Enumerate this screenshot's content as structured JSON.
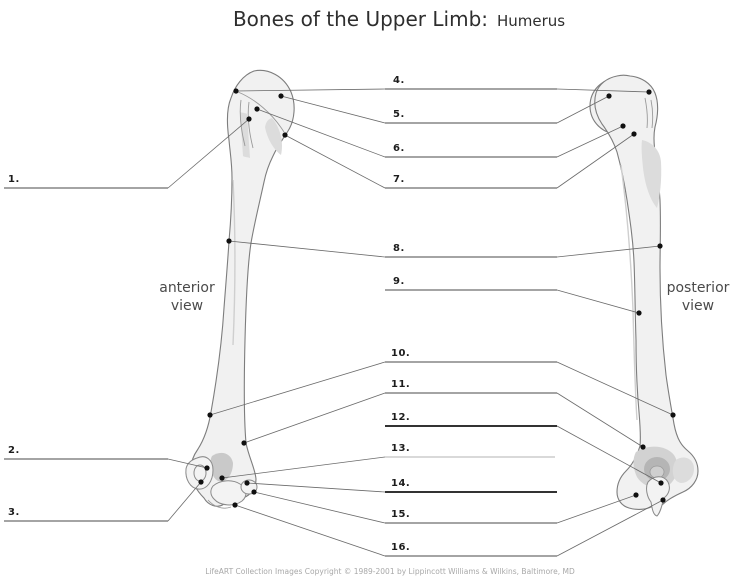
{
  "title": {
    "main": "Bones of the Upper Limb:",
    "sub": "Humerus"
  },
  "views": {
    "anterior": [
      "anterior",
      "view"
    ],
    "posterior": [
      "posterior",
      "view"
    ]
  },
  "callouts": [
    "1.",
    "2.",
    "3.",
    "4.",
    "5.",
    "6.",
    "7.",
    "8.",
    "9.",
    "10.",
    "11.",
    "12.",
    "13.",
    "14.",
    "15.",
    "16."
  ],
  "footer": "LifeART Collection Images Copyright © 1989-2001 by Lippincott Williams & Wilkins, Baltimore, MD",
  "colors": {
    "bone_fill": "#f1f1f1",
    "bone_outline": "#7d7d7d",
    "leader_line": "#6a6a6a",
    "answer_line": "#4a4a4a",
    "marker_dot": "#101010",
    "title_text": "#2e2e2e",
    "view_label_text": "#4a4a4a",
    "footer_text": "#a8a8a8"
  }
}
